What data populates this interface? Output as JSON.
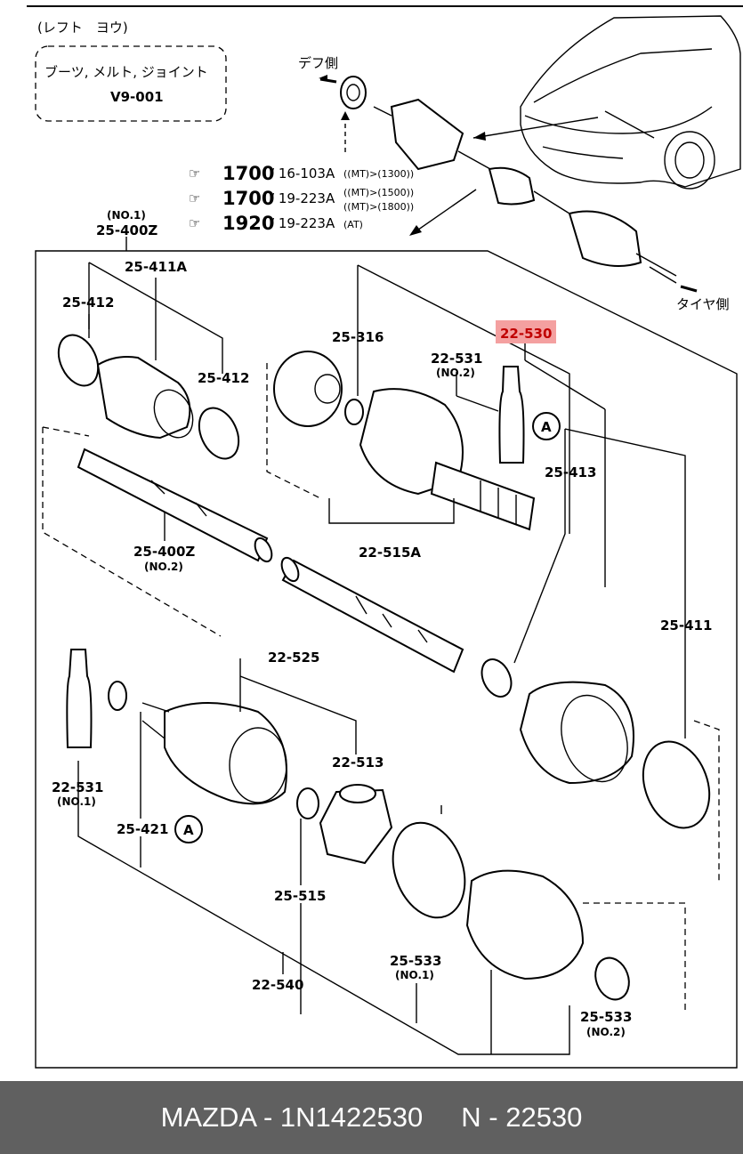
{
  "header": {
    "side_title": "(レフト　ヨウ)",
    "note_text": "ブーツ, メルト, ジョイント",
    "note_code": "V9-001"
  },
  "top": {
    "diff_side": "デフ側",
    "tire_side": "タイヤ側",
    "refs": [
      {
        "num": "1700",
        "text": "/ 16-103A",
        "cond": "((MT)>(1300))"
      },
      {
        "num": "1700",
        "text": "/ 19-223A",
        "cond": "((MT)>(1500))",
        "cond2": "((MT)>(1800))"
      },
      {
        "num": "1920",
        "text": "/ 19-223A",
        "cond": "(AT)"
      }
    ]
  },
  "labels": {
    "l_25_400z_no1_a": "(NO.1)",
    "l_25_400z_no1_b": "25-400Z",
    "l_25_411a": "25-411A",
    "l_25_412_a": "25-412",
    "l_25_412_b": "25-412",
    "l_25_316": "25-316",
    "l_22_531_no2_a": "22-531",
    "l_22_531_no2_b": "(NO.2)",
    "l_22_530": "22-530",
    "l_25_413": "25-413",
    "l_25_400z_no2_a": "25-400Z",
    "l_25_400z_no2_b": "(NO.2)",
    "l_22_515a": "22-515A",
    "l_25_411": "25-411",
    "l_22_525": "22-525",
    "l_22_513": "22-513",
    "l_22_531_no1_a": "22-531",
    "l_22_531_no1_b": "(NO.1)",
    "l_25_421": "25-421",
    "l_25_515": "25-515",
    "l_25_533_no1_a": "25-533",
    "l_25_533_no1_b": "(NO.1)",
    "l_22_540": "22-540",
    "l_25_533_no2_a": "25-533",
    "l_25_533_no2_b": "(NO.2)",
    "marker_a": "A"
  },
  "highlight_color": "#f4a0a0",
  "footer": {
    "text": "MAZDA - 1N1422530     N - 22530"
  }
}
